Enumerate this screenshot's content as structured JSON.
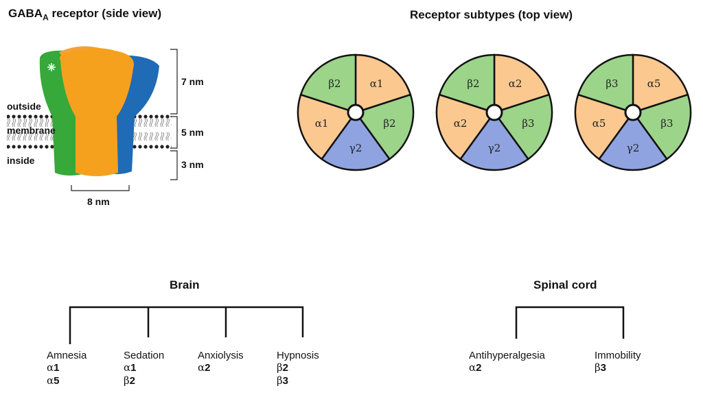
{
  "side_view": {
    "title_main": "GABA",
    "title_sub": "A",
    "title_rest": " receptor (side view)",
    "outside_label": "outside",
    "membrane_label": "membrane",
    "inside_label": "inside",
    "dim_top": "7 nm",
    "dim_mid": "5 nm",
    "dim_bot": "3 nm",
    "width_label": "8 nm"
  },
  "top_view": {
    "title": "Receptor subtypes (top view)",
    "wheels": [
      {
        "segments": [
          "α1",
          "β2",
          "γ2",
          "α1",
          "β2"
        ]
      },
      {
        "segments": [
          "α2",
          "β3",
          "γ2",
          "α2",
          "β2"
        ]
      },
      {
        "segments": [
          "α5",
          "β3",
          "γ2",
          "α5",
          "β3"
        ]
      }
    ]
  },
  "colors": {
    "alpha": "#fbc890",
    "beta": "#9cd48a",
    "gamma": "#8ea3df",
    "orange_subunit": "#f5a11e",
    "green_subunit": "#37a83a",
    "blue_subunit": "#1f6bb5"
  },
  "brain": {
    "title": "Brain",
    "effects": [
      {
        "name": "Amnesia",
        "greek": [
          "α",
          "α"
        ],
        "num": [
          "1",
          "5"
        ]
      },
      {
        "name": "Sedation",
        "greek": [
          "α",
          "β"
        ],
        "num": [
          "1",
          "2"
        ]
      },
      {
        "name": "Anxiolysis",
        "greek": [
          "α"
        ],
        "num": [
          "2"
        ]
      },
      {
        "name": "Hypnosis",
        "greek": [
          "β",
          "β"
        ],
        "num": [
          "2",
          "3"
        ]
      }
    ]
  },
  "spinal": {
    "title": "Spinal cord",
    "effects": [
      {
        "name": "Antihyperalgesia",
        "greek": [
          "α"
        ],
        "num": [
          "2"
        ]
      },
      {
        "name": "Immobility",
        "greek": [
          "β"
        ],
        "num": [
          "3"
        ]
      }
    ]
  }
}
